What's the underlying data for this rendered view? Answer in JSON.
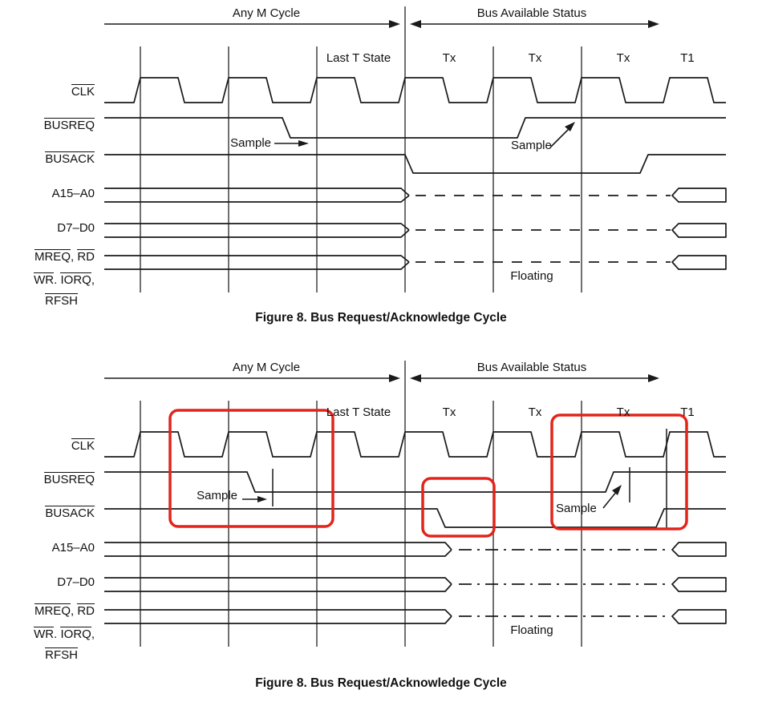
{
  "colors": {
    "annotation_red": "#e3241b",
    "line": "#1a1a1a"
  },
  "fig1": {
    "header": {
      "left_label": "Any M Cycle",
      "right_label": "Bus Available Status"
    },
    "columns": [
      "Last T State",
      "Tx",
      "Tx",
      "Tx",
      "T1"
    ],
    "signals": {
      "clk": "CLK",
      "busreq": "BUSREQ",
      "busack": "BUSACK",
      "addr": "A15–A0",
      "data": "D7–D0",
      "ctrl1": [
        "MREQ",
        ", ",
        "RD"
      ],
      "ctrl2": [
        "WR",
        ". ",
        "IORQ",
        ","
      ],
      "ctrl3": "RFSH"
    },
    "annotations": {
      "sample_left": "Sample",
      "sample_right": "Sample",
      "floating": "Floating"
    },
    "caption": "Figure 8. Bus Request/Acknowledge Cycle"
  },
  "fig2": {
    "header": {
      "left_label": "Any M Cycle",
      "right_label": "Bus Available Status"
    },
    "columns": [
      "Last T State",
      "Tx",
      "Tx",
      "Tx",
      "T1"
    ],
    "signals": {
      "clk": "CLK",
      "busreq": "BUSREQ",
      "busack": "BUSACK",
      "addr": "A15–A0",
      "data": "D7–D0",
      "ctrl1": [
        "MREQ",
        ", ",
        "RD"
      ],
      "ctrl2": [
        "WR",
        ". ",
        "IORQ",
        ","
      ],
      "ctrl3": "RFSH"
    },
    "annotations": {
      "sample_left": "Sample",
      "sample_right": "Sample",
      "floating": "Floating"
    },
    "caption": "Figure 8. Bus Request/Acknowledge Cycle"
  }
}
